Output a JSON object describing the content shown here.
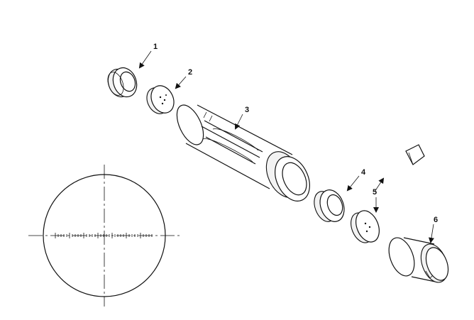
{
  "callouts": [
    "1",
    "2",
    "3",
    "4",
    "5",
    "6"
  ],
  "parts": [
    {
      "callout": "1",
      "name": "retaining-ring"
    },
    {
      "callout": "2",
      "name": "lens-element"
    },
    {
      "callout": "3",
      "name": "slotted-tube-body"
    },
    {
      "callout": "4",
      "name": "retaining-ring"
    },
    {
      "callout": "5",
      "name": "lens-element-with-prism"
    },
    {
      "callout": "6",
      "name": "end-cap"
    }
  ],
  "colors": {
    "line": "#111111",
    "background": "#ffffff"
  }
}
